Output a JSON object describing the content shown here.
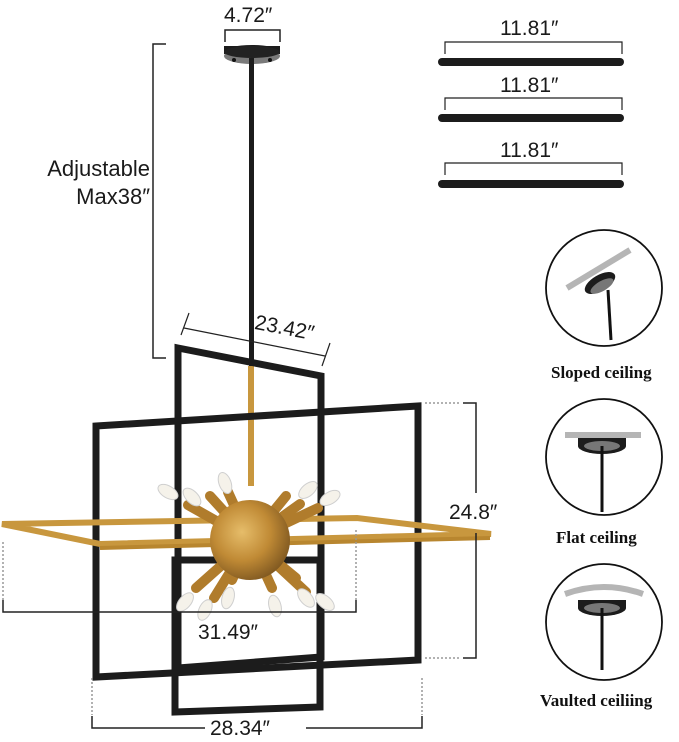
{
  "product": {
    "type": "Sputnik chandelier dimension diagram",
    "colors": {
      "frame": "#1c1c1c",
      "brass": "#c8973e",
      "brass_dark": "#9e7128",
      "ceiling_plate": "#a9a9a9",
      "line": "#222222"
    }
  },
  "dimensions": {
    "canopy_width": "4.72″",
    "rod_length_1": "11.81″",
    "rod_length_2": "11.81″",
    "rod_length_3": "11.81″",
    "adjustable_line1": "Adjustable",
    "adjustable_line2": "Max38″",
    "depth": "23.42″",
    "height": "24.8″",
    "width_inner": "31.49″",
    "width_outer": "28.34″"
  },
  "ceiling_types": [
    {
      "label": "Sloped ceiling",
      "icon": "sloped-ceiling-icon"
    },
    {
      "label": "Flat ceiling",
      "icon": "flat-ceiling-icon"
    },
    {
      "label": "Vaulted ceiliing",
      "icon": "vaulted-ceiling-icon"
    }
  ]
}
